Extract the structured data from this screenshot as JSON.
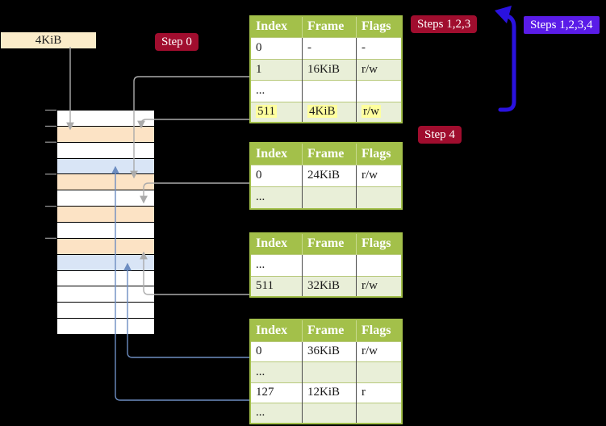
{
  "labels": {
    "frame_size": "4KiB",
    "step0": "Step 0",
    "steps123": "Steps 1,2,3",
    "steps1234": "Steps 1,2,3,4",
    "step4": "Step 4"
  },
  "colors": {
    "background": "#000000",
    "table_header_green": "#a3c04a",
    "table_row_white": "#ffffff",
    "table_row_green": "#e9efd8",
    "yellow_highlight": "#ffff9e",
    "step_badge_red": "#a00d2e",
    "steps_badge_violet": "#5a1ce8",
    "frame_label_beige": "#fbecc9",
    "memory_pagetable_peach": "#fce3c5",
    "memory_page_blue": "#d9e5f6",
    "gray_connector": "#ababab",
    "blue_connector": "#6d8dc1",
    "big_arrow_blue": "#2a12df",
    "text_dark": "#1a1a1a"
  },
  "memory": {
    "frame_colors": [
      "free",
      "pagetable",
      "free",
      "page",
      "pagetable",
      "free",
      "pagetable",
      "free",
      "pagetable",
      "page",
      "free",
      "free",
      "free",
      "free"
    ],
    "tick_frames": [
      0,
      1,
      2,
      4,
      6,
      8
    ]
  },
  "tables": [
    {
      "id": "top",
      "headers": [
        "Index",
        "Frame",
        "Flags"
      ],
      "rows": [
        [
          "0",
          "-",
          "-"
        ],
        [
          "1",
          "16KiB",
          "r/w"
        ],
        [
          "...",
          "",
          ""
        ],
        [
          "511",
          "4KiB",
          "r/w"
        ]
      ],
      "highlight_row": 3
    },
    {
      "id": "second",
      "headers": [
        "Index",
        "Frame",
        "Flags"
      ],
      "rows": [
        [
          "0",
          "24KiB",
          "r/w"
        ],
        [
          "...",
          "",
          ""
        ]
      ],
      "highlight_row": -1
    },
    {
      "id": "third",
      "headers": [
        "Index",
        "Frame",
        "Flags"
      ],
      "rows": [
        [
          "...",
          "",
          ""
        ],
        [
          "511",
          "32KiB",
          "r/w"
        ]
      ],
      "highlight_row": -1
    },
    {
      "id": "bottom",
      "headers": [
        "Index",
        "Frame",
        "Flags"
      ],
      "rows": [
        [
          "0",
          "36KiB",
          "r/w"
        ],
        [
          "...",
          "",
          ""
        ],
        [
          "127",
          "12KiB",
          "r"
        ],
        [
          "...",
          "",
          ""
        ]
      ],
      "highlight_row": -1
    }
  ]
}
